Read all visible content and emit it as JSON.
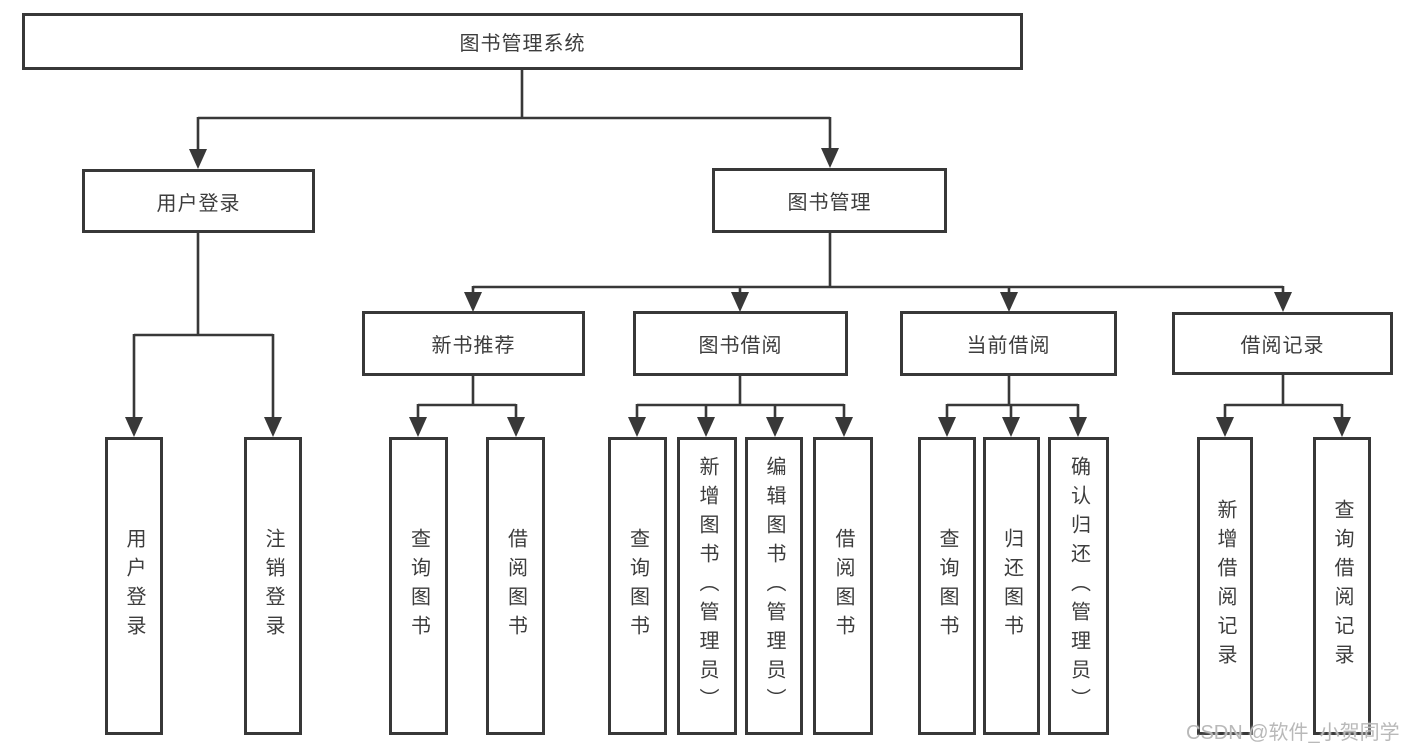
{
  "diagram": {
    "root": {
      "label": "图书管理系统"
    },
    "branches": [
      {
        "label": "用户登录",
        "children": [
          {
            "label": "用户登录"
          },
          {
            "label": "注销登录"
          }
        ]
      },
      {
        "label": "图书管理",
        "children": [
          {
            "label": "新书推荐",
            "children": [
              {
                "label": "查询图书"
              },
              {
                "label": "借阅图书"
              }
            ]
          },
          {
            "label": "图书借阅",
            "children": [
              {
                "label": "查询图书"
              },
              {
                "label": "新增图书（管理员）"
              },
              {
                "label": "编辑图书（管理员）"
              },
              {
                "label": "借阅图书"
              }
            ]
          },
          {
            "label": "当前借阅",
            "children": [
              {
                "label": "查询图书"
              },
              {
                "label": "归还图书"
              },
              {
                "label": "确认归还（管理员）"
              }
            ]
          },
          {
            "label": "借阅记录",
            "children": [
              {
                "label": "新增借阅记录"
              },
              {
                "label": "查询借阅记录"
              }
            ]
          }
        ]
      }
    ]
  },
  "watermark": "CSDN @软件_小贺同学",
  "colors": {
    "line": "#383838",
    "box_border": "#383838",
    "text": "#3d3d3d",
    "background": "#ffffff",
    "watermark": "#b9b9b9"
  }
}
